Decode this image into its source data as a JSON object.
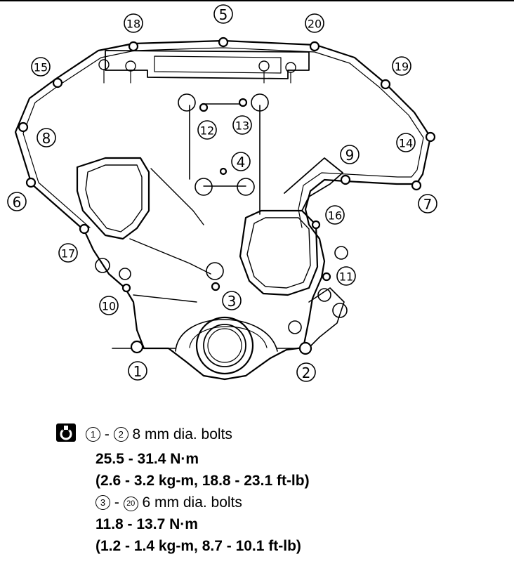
{
  "callouts": {
    "c1": "1",
    "c2": "2",
    "c3": "3",
    "c4": "4",
    "c5": "5",
    "c6": "6",
    "c7": "7",
    "c8": "8",
    "c9": "9",
    "c10": "10",
    "c11": "11",
    "c12": "12",
    "c13": "13",
    "c14": "14",
    "c15": "15",
    "c16": "16",
    "c17": "17",
    "c18": "18",
    "c19": "19",
    "c20": "20"
  },
  "spec": {
    "icon": "torque-wrench-icon",
    "group1": {
      "from_ref": "1",
      "to_ref": "2",
      "dash": "-",
      "description": "8 mm dia. bolts",
      "torque_nm": "25.5 - 31.4 N·m",
      "torque_other": "(2.6 - 3.2 kg-m, 18.8 - 23.1 ft-lb)"
    },
    "group2": {
      "from_ref": "3",
      "to_ref": "20",
      "dash": "-",
      "description": "6 mm dia. bolts",
      "torque_nm": "11.8 - 13.7 N·m",
      "torque_other": "(1.2 - 1.4 kg-m, 8.7 - 10.1 ft-lb)"
    }
  }
}
